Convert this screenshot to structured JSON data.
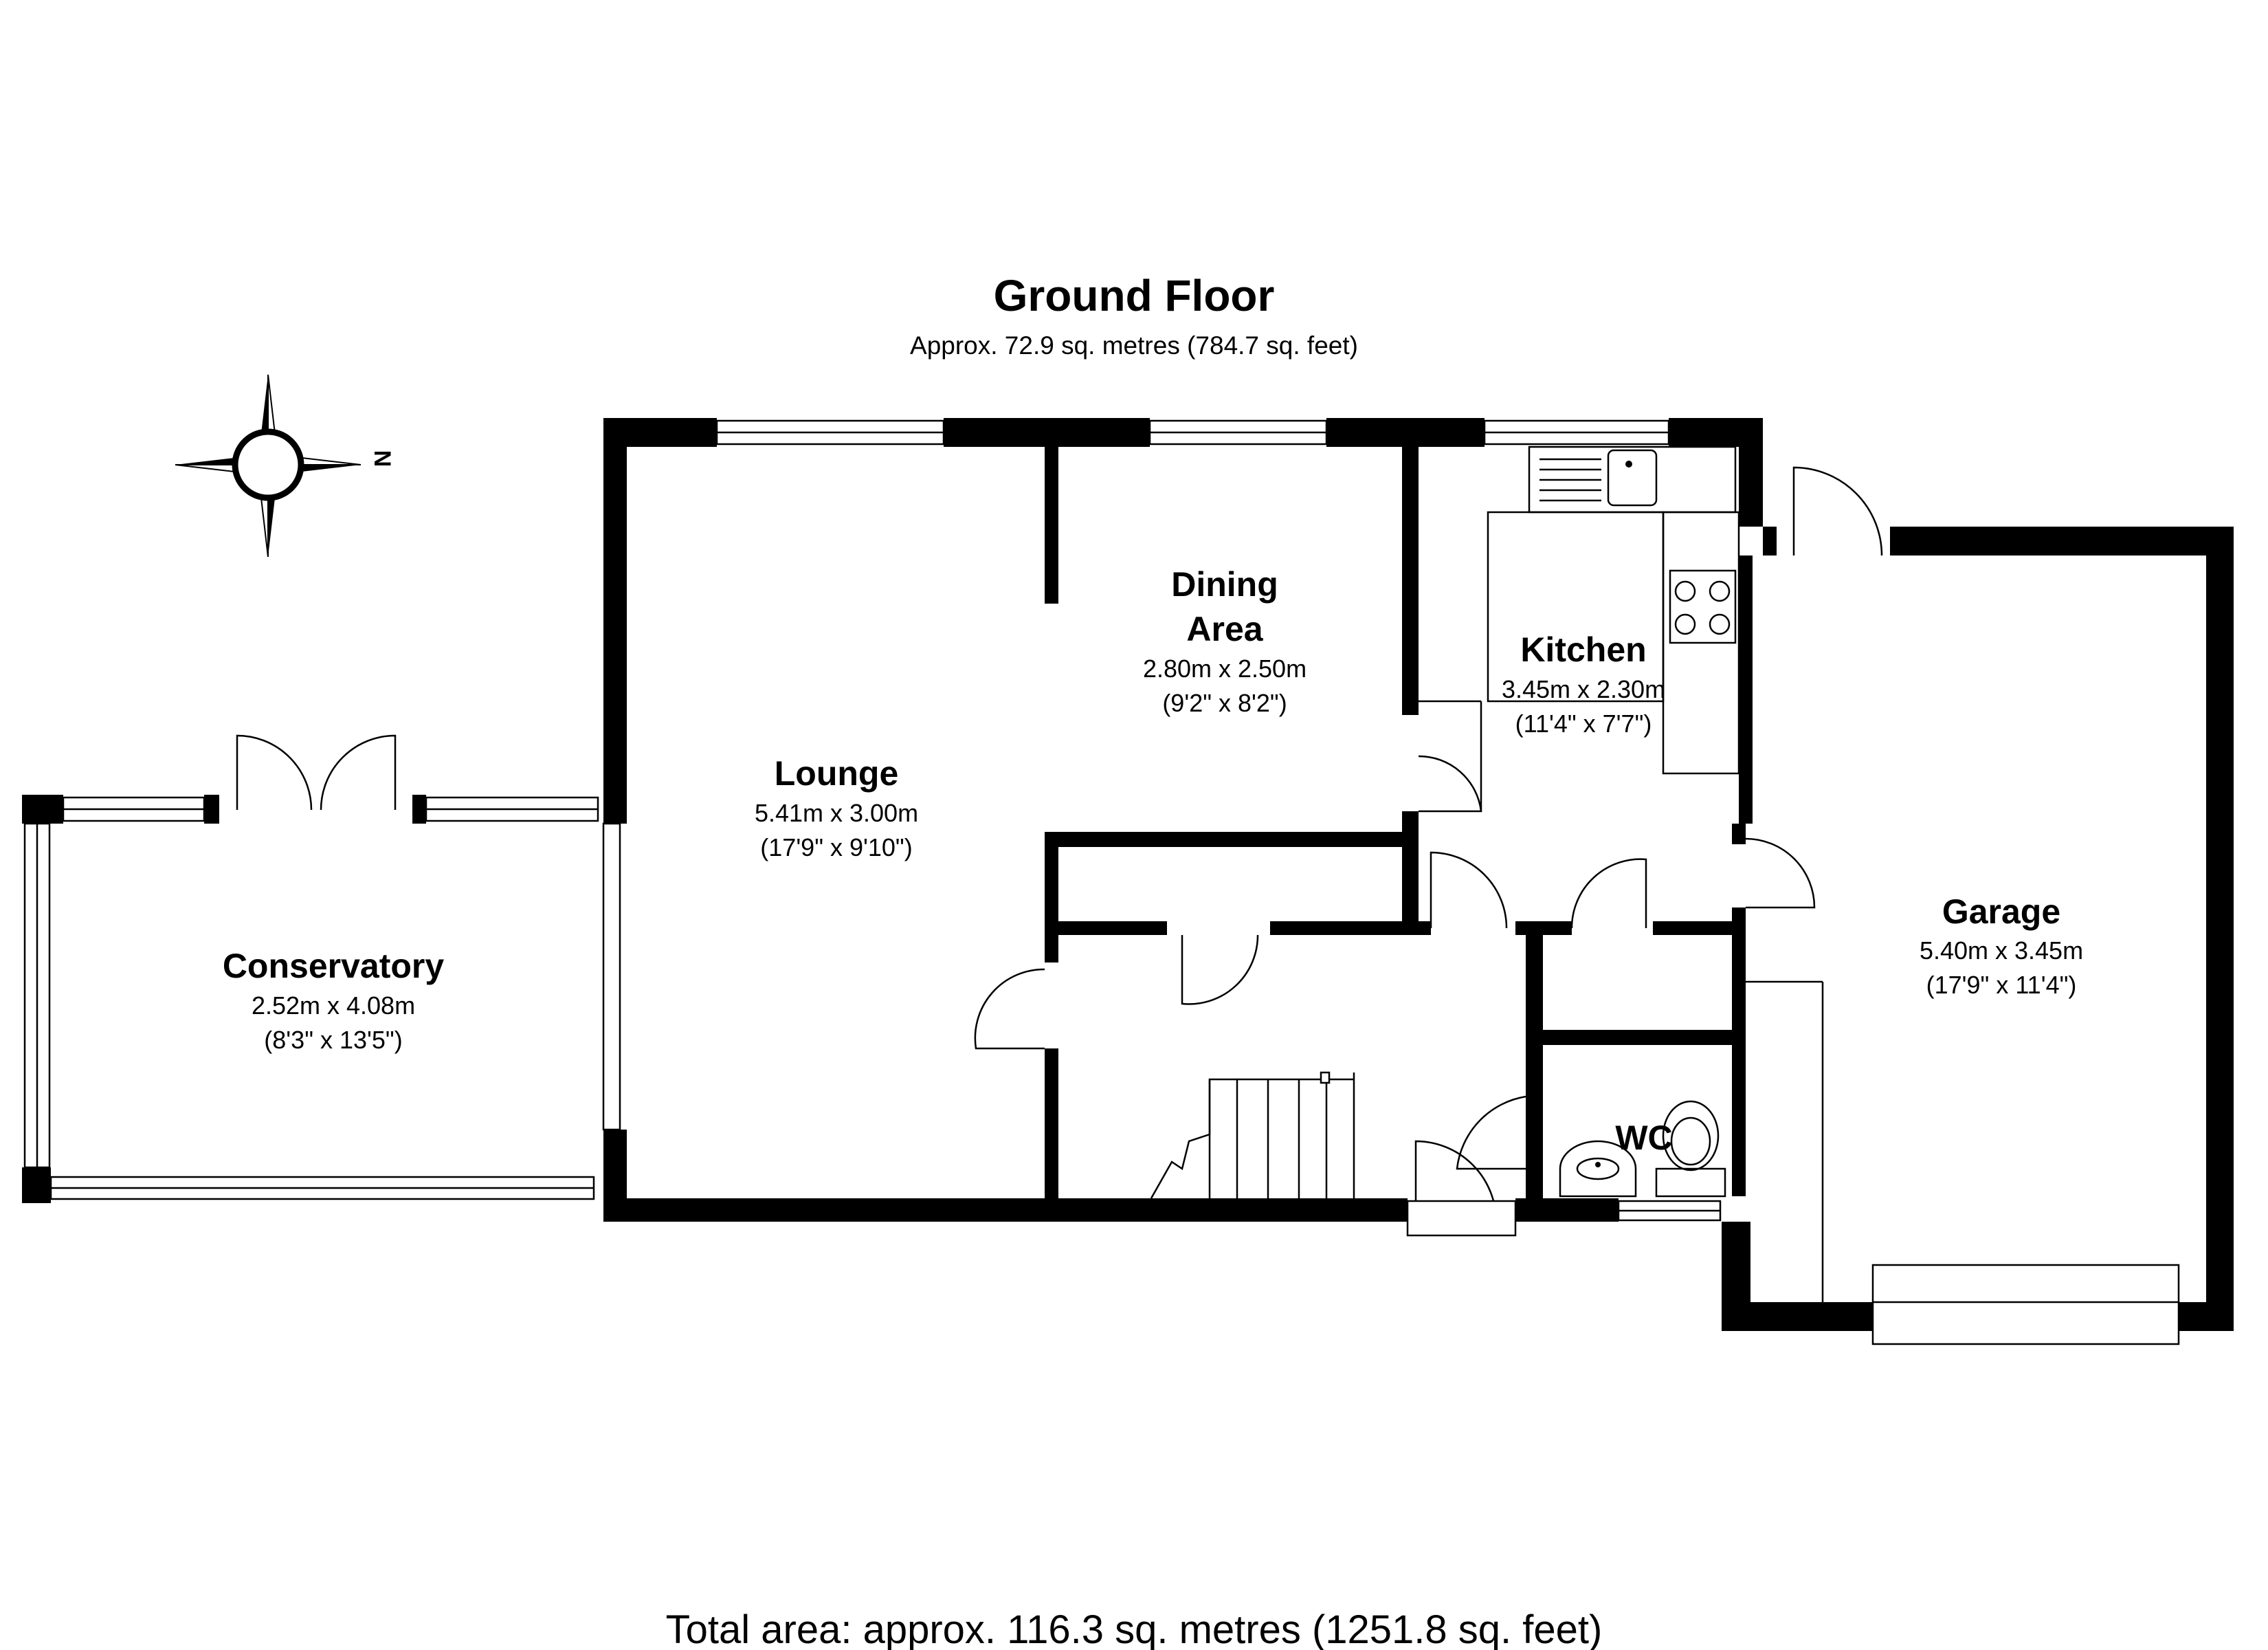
{
  "floor": {
    "title": "Ground Floor",
    "area": "Approx. 72.9 sq. metres (784.7 sq. feet)"
  },
  "compass": {
    "label": "N"
  },
  "rooms": {
    "lounge": {
      "name": "Lounge",
      "metric": "5.41m x 3.00m",
      "imperial": "(17'9\" x 9'10\")"
    },
    "dining": {
      "name_line1": "Dining",
      "name_line2": "Area",
      "metric": "2.80m x 2.50m",
      "imperial": "(9'2\" x 8'2\")"
    },
    "kitchen": {
      "name": "Kitchen",
      "metric": "3.45m x 2.30m",
      "imperial": "(11'4\" x 7'7\")"
    },
    "conservatory": {
      "name": "Conservatory",
      "metric": "2.52m x 4.08m",
      "imperial": "(8'3\" x 13'5\")"
    },
    "garage": {
      "name": "Garage",
      "metric": "5.40m x 3.45m",
      "imperial": "(17'9\" x 11'4\")"
    },
    "wc": {
      "name": "WC"
    }
  },
  "total_area": "Total area: approx. 116.3 sq. metres (1251.8 sq. feet)"
}
